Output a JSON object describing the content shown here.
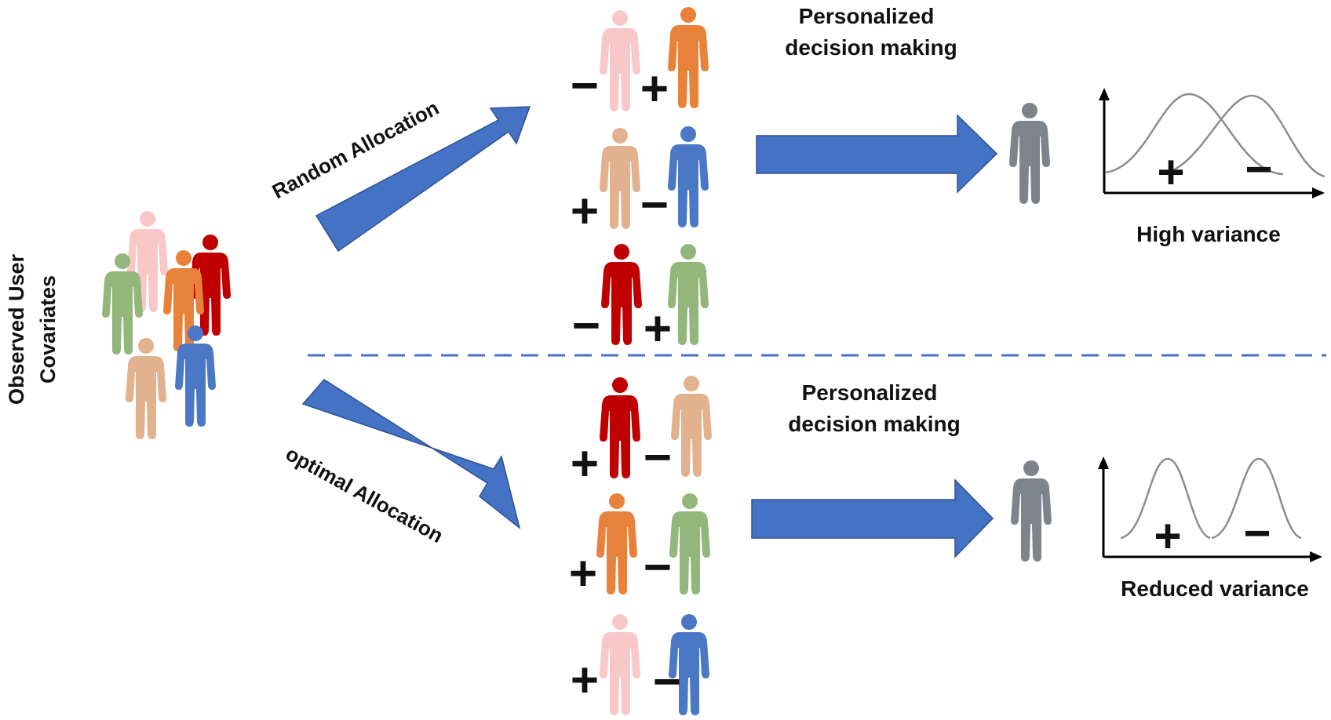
{
  "colors": {
    "arrow_blue": "#4472C4",
    "arrow_edge": "#2F528F",
    "pink": "#F8C8C8",
    "orange": "#E8823A",
    "tan": "#E2B18E",
    "blue": "#4A78C4",
    "red": "#C00000",
    "green": "#93B77A",
    "gray": "#7F848C",
    "curve": "#8C8C8C",
    "axis": "#000000",
    "divider": "#4472C4"
  },
  "left_label": {
    "line1": "Observed User",
    "line2": "Covariates"
  },
  "top": {
    "allocation_label": "Random Allocation",
    "decision_label": {
      "line1": "Personalized",
      "line2": "decision making"
    },
    "variance_label": "High variance",
    "groups": [
      {
        "people": [
          {
            "color": "pink",
            "sign": "−"
          },
          {
            "color": "orange",
            "sign": "+"
          }
        ]
      },
      {
        "people": [
          {
            "color": "tan",
            "sign": "+"
          },
          {
            "color": "blue",
            "sign": "−"
          }
        ]
      },
      {
        "people": [
          {
            "color": "red",
            "sign": "−"
          },
          {
            "color": "green",
            "sign": "+"
          }
        ]
      }
    ],
    "plot_signs": {
      "first": "+",
      "second": "−"
    }
  },
  "bottom": {
    "allocation_label": "optimal Allocation",
    "decision_label": {
      "line1": "Personalized",
      "line2": "decision making"
    },
    "variance_label": "Reduced variance",
    "groups": [
      {
        "people": [
          {
            "color": "red",
            "sign": "+"
          },
          {
            "color": "tan",
            "sign": "−"
          }
        ]
      },
      {
        "people": [
          {
            "color": "orange",
            "sign": "+"
          },
          {
            "color": "green",
            "sign": "−"
          }
        ]
      },
      {
        "people": [
          {
            "color": "pink",
            "sign": "+"
          },
          {
            "color": "blue",
            "sign": "−"
          }
        ]
      }
    ],
    "plot_signs": {
      "first": "+",
      "second": "−"
    }
  },
  "crowd": [
    "pink",
    "red",
    "green",
    "orange",
    "tan",
    "blue"
  ]
}
